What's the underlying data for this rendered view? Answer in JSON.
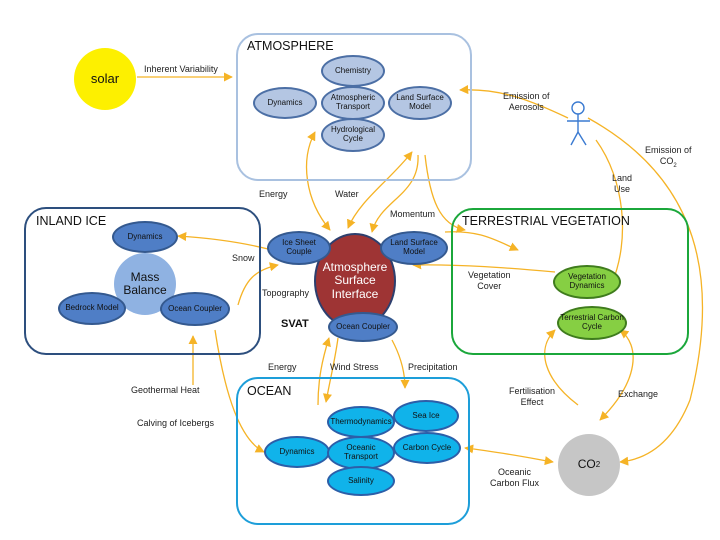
{
  "boxes": {
    "atmosphere": "ATMOSPHERE",
    "inland_ice": "INLAND ICE",
    "terrestrial": "TERRESTRIAL VEGETATION",
    "ocean": "OCEAN"
  },
  "nodes": {
    "solar": "solar",
    "chemistry": "Chemistry",
    "atm_dynamics": "Dynamics",
    "atm_transport": "Atmospheric Transport",
    "atm_land_surface": "Land Surface Model",
    "hydrological": "Hydrological Cycle",
    "ice_dynamics": "Dynamics",
    "mass_balance": "Mass Balance",
    "bedrock": "Bedrock Model",
    "ice_ocean_coupler": "Ocean Coupler",
    "ice_sheet_couple": "Ice Sheet Couple",
    "asi": "Atmosphere Surface Interface",
    "svat_land_surface": "Land Surface Model",
    "svat_ocean_coupler": "Ocean Coupler",
    "veg_dynamics": "Vegetation Dynamics",
    "terr_carbon": "Terrestrial Carbon Cycle",
    "thermo": "Thermodynamics",
    "sea_ice": "Sea Ice",
    "ocean_dynamics": "Dynamics",
    "oceanic_transport": "Oceanic Transport",
    "ocean_carbon": "Carbon Cycle",
    "salinity": "Salinity",
    "co2": "CO",
    "co2_sub": "2"
  },
  "labels": {
    "inherent_variability": "Inherent Variability",
    "emission_aerosols_1": "Emission of",
    "emission_aerosols_2": "Aerosols",
    "emission_co2_1": "Emission of",
    "emission_co2_2": "CO",
    "emission_co2_sub": "2",
    "land_use_1": "Land",
    "land_use_2": "Use",
    "energy_top": "Energy",
    "water": "Water",
    "momentum": "Momentum",
    "snow": "Snow",
    "topography": "Topography",
    "svat": "SVAT",
    "vegetation_cover_1": "Vegetation",
    "vegetation_cover_2": "Cover",
    "energy_bottom": "Energy",
    "wind_stress": "Wind Stress",
    "precipitation": "Precipitation",
    "geothermal_heat": "Geothermal Heat",
    "calving": "Calving of Icebergs",
    "fertilisation_1": "Fertilisation",
    "fertilisation_2": "Effect",
    "exchange": "Exchange",
    "oceanic_flux_1": "Oceanic",
    "oceanic_flux_2": "Carbon Flux"
  },
  "colors": {
    "arrow": "#f5b326",
    "solar": "#fdf000",
    "atmosphere_border": "#a9c1e0",
    "ice_border": "#2d4f7e",
    "vegetation_border": "#1ba73b",
    "ocean_border": "#1d9ed9",
    "asi_fill": "#9e3434",
    "co2_fill": "#c6c6c6"
  }
}
